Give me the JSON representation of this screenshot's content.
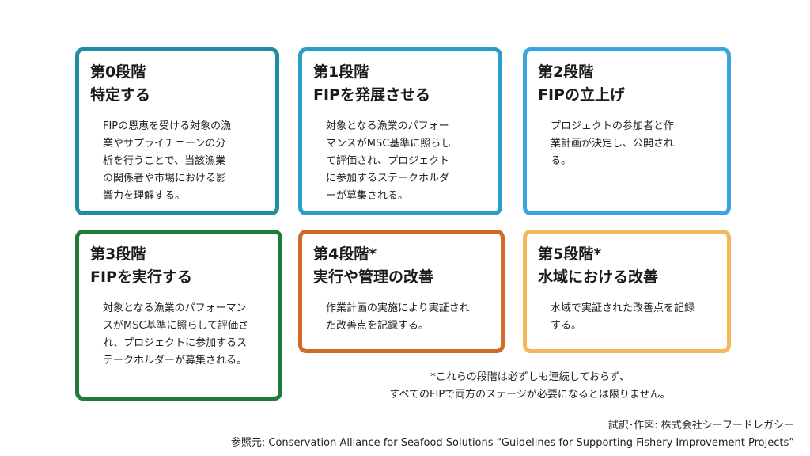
{
  "stages": [
    {
      "label": "第0段階",
      "title": "特定する",
      "desc": [
        "FIPの恩恵を受ける対象の漁",
        "業やサプライチェーンの分",
        "析を行うことで、当該漁業",
        "の関係者や市場における影",
        "響力を理解する。"
      ],
      "border_color": "#1f8fa0"
    },
    {
      "label": "第1段階",
      "title": "FIPを発展させる",
      "desc": [
        "対象となる漁業のパフォー",
        "マンスがMSC基準に照らし",
        "て評価され、プロジェクト",
        "に参加するステークホルダ",
        "ーが募集される。"
      ],
      "border_color": "#2a9ec6"
    },
    {
      "label": "第2段階",
      "title": "FIPの立上げ",
      "desc": [
        "プロジェクトの参加者と作",
        "業計画が決定し、公開され",
        "る。"
      ],
      "border_color": "#3aa6e0"
    },
    {
      "label": "第3段階",
      "title": "FIPを実行する",
      "desc": [
        "対象となる漁業のパフォーマン",
        "スがMSC基準に照らして評価さ",
        "れ、プロジェクトに参加するス",
        "テークホルダーが募集される。"
      ],
      "border_color": "#1f7a3c"
    },
    {
      "label": "第4段階*",
      "title": "実行や管理の改善",
      "desc": [
        "作業計画の実施により実証され",
        "た改善点を記録する。"
      ],
      "border_color": "#d0692a"
    },
    {
      "label": "第5段階*",
      "title": "水域における改善",
      "desc": [
        "水域で実証された改善点を記録",
        "する。"
      ],
      "border_color": "#f2b85a"
    }
  ],
  "footnote": {
    "line1": "*これらの段階は必ずしも連続しておらず、",
    "line2": "すべてのFIPで両方のステージが必要になるとは限りません。"
  },
  "credit": "試訳･作図: 株式会社シーフードレガシー",
  "source": "参照元: Conservation Alliance for Seafood Solutions “Guidelines for Supporting Fishery Improvement Projects”"
}
